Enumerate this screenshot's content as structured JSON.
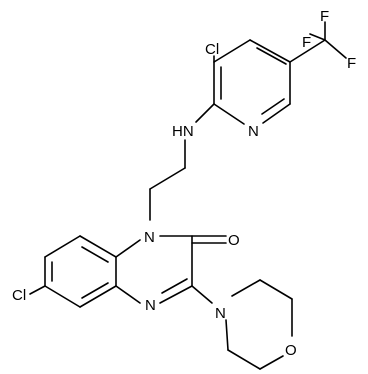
{
  "atoms": {
    "cl_pyridine": "Cl",
    "f_top": "F",
    "f_left": "F",
    "f_right": "F",
    "nh": "HN",
    "n_pyridine": "N",
    "n1_quinoxalinone": "N",
    "o_carbonyl": "O",
    "cl_benzo": "Cl",
    "n4_quinoxalinone": "N",
    "n_morpholine": "N",
    "o_morpholine": "O"
  }
}
